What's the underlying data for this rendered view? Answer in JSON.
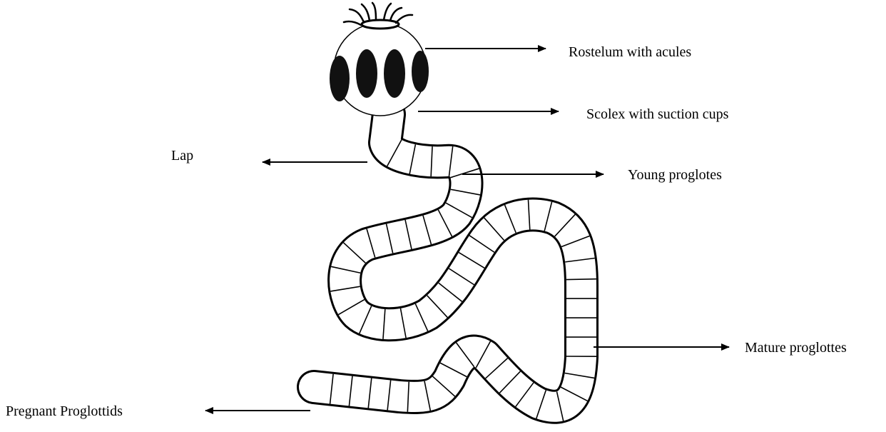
{
  "diagram": {
    "labels": {
      "rostellum": "Rostelum with acules",
      "scolex": "Scolex with suction cups",
      "lap": "Lap",
      "young": "Young proglotes",
      "mature": "Mature proglottes",
      "pregnant": "Pregnant Proglottids"
    },
    "colors": {
      "ink": "#000000",
      "body_fill": "#ffffff",
      "sucker": "#111111"
    }
  }
}
